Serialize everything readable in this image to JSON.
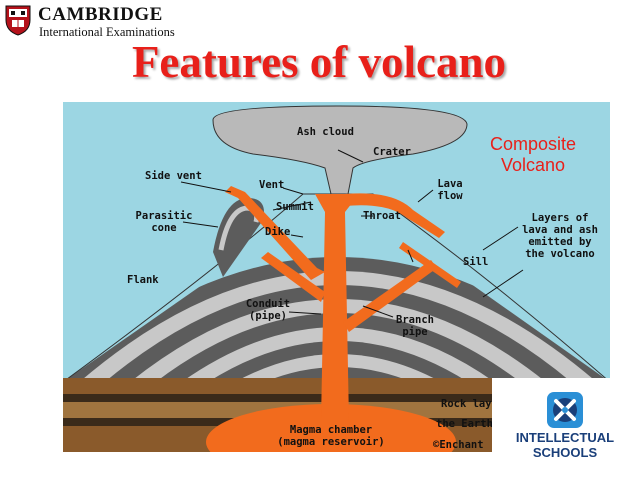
{
  "header": {
    "brand_name": "CAMBRIDGE",
    "brand_subtitle": "International Examinations"
  },
  "slide": {
    "title": "Features of volcano"
  },
  "diagram": {
    "heading_line1": "Composite",
    "heading_line2": "Volcano",
    "labels": {
      "ash_cloud": "Ash cloud",
      "crater": "Crater",
      "side_vent": "Side vent",
      "vent": "Vent",
      "summit": "Summit",
      "lava_flow_1": "Lava",
      "lava_flow_2": "flow",
      "parasitic_cone_1": "Parasitic",
      "parasitic_cone_2": "cone",
      "dike": "Dike",
      "throat": "Throat",
      "layers_1": "Layers of",
      "layers_2": "lava and ash",
      "layers_3": "emitted by",
      "layers_4": "the volcano",
      "sill": "Sill",
      "flank": "Flank",
      "conduit_1": "Conduit",
      "conduit_2": "(pipe)",
      "branch_pipe_1": "Branch",
      "branch_pipe_2": "pipe",
      "rock_layers": "Rock lay",
      "the_earth": "the Earth",
      "magma_chamber_1": "Magma chamber",
      "magma_chamber_2": "(magma reservoir)",
      "copyright": "©Enchant"
    }
  },
  "school": {
    "name_line1": "INTELLECTUAL",
    "name_line2": "SCHOOLS"
  },
  "colors": {
    "title_red": "#e8201a",
    "sky": "#9cd6e3",
    "magma": "#f26b1d",
    "dark_layer": "#5c5c5c",
    "light_layer": "#c8c8c8",
    "ground_brown": "#8a5a2b",
    "school_blue": "#1a3f7a",
    "school_icon": "#2a8fd6"
  }
}
